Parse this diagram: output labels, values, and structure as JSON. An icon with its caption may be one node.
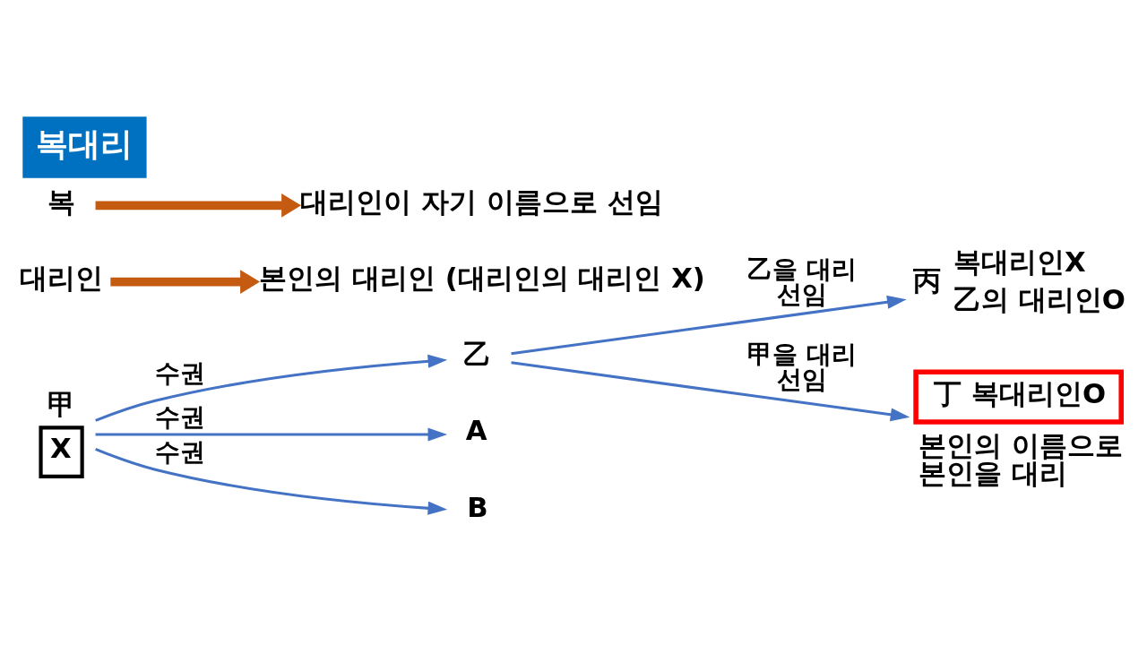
{
  "diagram": {
    "title": "복대리",
    "nodes": [
      {
        "text": [
          "복"
        ]
      },
      {
        "text": [
          "대리인이 자기 이름으로 선임"
        ]
      },
      {
        "text": [
          "대리인"
        ]
      },
      {
        "text": [
          "본인의 대리인 (대리인의 대리인 X)"
        ]
      },
      {
        "text": [
          "甲",
          "X"
        ]
      },
      {
        "text": [
          "乙"
        ]
      },
      {
        "text": [
          "A"
        ]
      },
      {
        "text": [
          "B"
        ]
      },
      {
        "text": [
          "丙"
        ],
        "beside": [
          "복대리인X",
          "乙의 대리인O"
        ]
      },
      {
        "text": [
          "丁 복대리인O"
        ],
        "beside": [
          "본인의 이름으로 본인을 대리"
        ]
      }
    ],
    "edges": [
      {
        "from": 0,
        "to": 1,
        "arrow": "to",
        "style": "thick",
        "color": "#c55a11"
      },
      {
        "from": 2,
        "to": 3,
        "arrow": "to",
        "style": "thick",
        "color": "#c55a11"
      },
      {
        "from": 4,
        "to": 5,
        "arrow": "to",
        "label": "수권"
      },
      {
        "from": 4,
        "to": 6,
        "arrow": "to",
        "label": "수권"
      },
      {
        "from": 4,
        "to": 7,
        "arrow": "to",
        "label": "수권"
      },
      {
        "from": 5,
        "to": 8,
        "arrow": "to",
        "label": "乙을 대리 선임"
      },
      {
        "from": 5,
        "to": 9,
        "arrow": "to",
        "label": "甲을 대리 선임"
      }
    ]
  }
}
